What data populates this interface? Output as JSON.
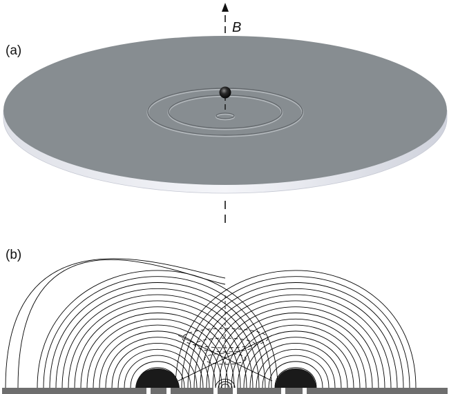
{
  "figure": {
    "panel_a_label": "(a)",
    "panel_b_label": "(b)",
    "field_label": "B"
  },
  "colors": {
    "disk_top": "#878d91",
    "disk_edge": "#e6e8f0",
    "ring_light": "#b3b8bc",
    "ring_dark": "#62676b",
    "ball": "#1a1a1a",
    "field_lines": "#000000",
    "substrate": "#6e6e6e",
    "pole_caps": "#1a1a1a"
  },
  "icons": {
    "axis_arrow": "up-arrow",
    "trapped_particle": "sphere"
  }
}
